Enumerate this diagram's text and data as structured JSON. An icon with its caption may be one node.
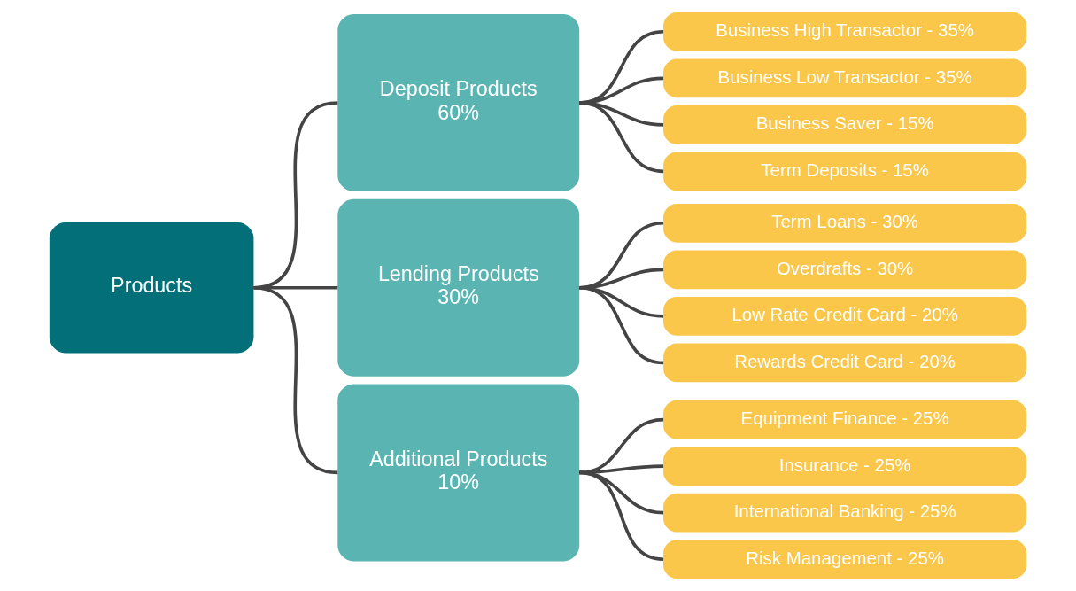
{
  "diagram": {
    "nodes": [
      {
        "text": [
          "Products"
        ]
      },
      {
        "text": [
          "Deposit Products",
          "60%"
        ]
      },
      {
        "text": [
          "Lending Products",
          "30%"
        ]
      },
      {
        "text": [
          "Additional Products",
          "10%"
        ]
      },
      {
        "text": [
          "Business High Transactor - 35%"
        ]
      },
      {
        "text": [
          "Business Low Transactor - 35%"
        ]
      },
      {
        "text": [
          "Business Saver - 15%"
        ]
      },
      {
        "text": [
          "Term Deposits - 15%"
        ]
      },
      {
        "text": [
          "Term Loans - 30%"
        ]
      },
      {
        "text": [
          "Overdrafts - 30%"
        ]
      },
      {
        "text": [
          "Low Rate Credit Card - 20%"
        ]
      },
      {
        "text": [
          "Rewards Credit Card - 20%"
        ]
      },
      {
        "text": [
          "Equipment Finance - 25%"
        ]
      },
      {
        "text": [
          "Insurance - 25%"
        ]
      },
      {
        "text": [
          "International Banking - 25%"
        ]
      },
      {
        "text": [
          "Risk Management - 25%"
        ]
      }
    ],
    "edges": [
      {
        "from": 0,
        "to": 1,
        "arrow": "none"
      },
      {
        "from": 0,
        "to": 2,
        "arrow": "none"
      },
      {
        "from": 0,
        "to": 3,
        "arrow": "none"
      },
      {
        "from": 1,
        "to": 4,
        "arrow": "none"
      },
      {
        "from": 1,
        "to": 5,
        "arrow": "none"
      },
      {
        "from": 1,
        "to": 6,
        "arrow": "none"
      },
      {
        "from": 1,
        "to": 7,
        "arrow": "none"
      },
      {
        "from": 2,
        "to": 8,
        "arrow": "none"
      },
      {
        "from": 2,
        "to": 9,
        "arrow": "none"
      },
      {
        "from": 2,
        "to": 10,
        "arrow": "none"
      },
      {
        "from": 2,
        "to": 11,
        "arrow": "none"
      },
      {
        "from": 3,
        "to": 12,
        "arrow": "none"
      },
      {
        "from": 3,
        "to": 13,
        "arrow": "none"
      },
      {
        "from": 3,
        "to": 14,
        "arrow": "none"
      },
      {
        "from": 3,
        "to": 15,
        "arrow": "none"
      }
    ]
  }
}
